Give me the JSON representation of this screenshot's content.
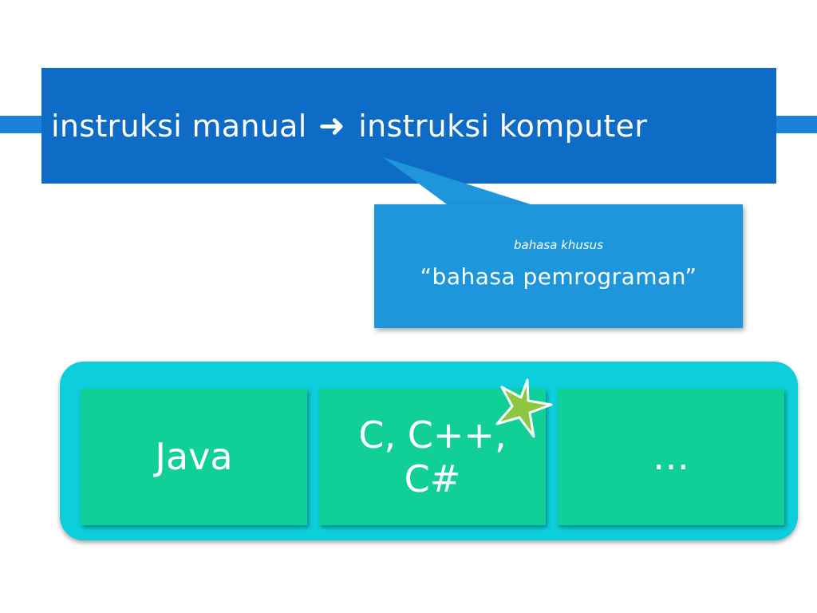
{
  "title": {
    "left_text": "instruksi manual",
    "arrow_icon": "right-arrow-icon",
    "right_text": "instruksi komputer"
  },
  "callout": {
    "line1": "bahasa khusus",
    "line2": "“bahasa pemrograman”"
  },
  "languages": [
    {
      "label": "Java"
    },
    {
      "label": "C, C++, C#"
    },
    {
      "label": "…"
    }
  ],
  "decoration": {
    "icon": "star-icon"
  },
  "colors": {
    "title_bg": "#0f6cc6",
    "callout_bg": "#1e96dc",
    "panel_bg": "#0dcfdb",
    "tile_bg": "#10d097",
    "star_fill": "#8dc63f"
  }
}
